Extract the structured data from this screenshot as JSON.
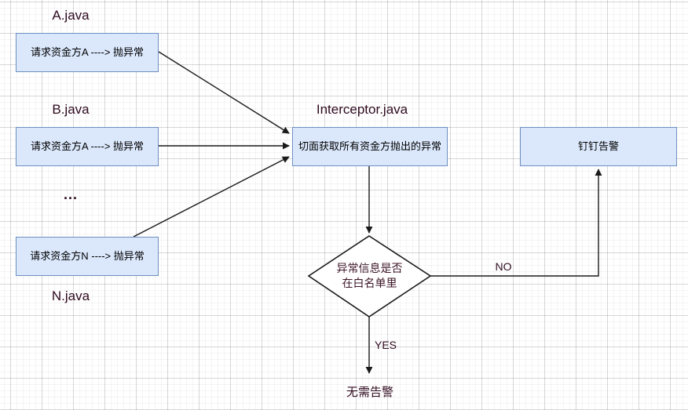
{
  "canvas": {
    "type": "flowchart-grid-canvas"
  },
  "colors": {
    "node_fill": "#dbe8fc",
    "node_border": "#6c8ebf",
    "edge": "#1a1a1a",
    "label_text": "#2e0a1e",
    "node_text": "#000000",
    "diamond_fill": "#ffffff",
    "diamond_border": "#1a1a1a"
  },
  "nodes": {
    "a": {
      "title": "A.java",
      "label": "请求资金方A ----> 抛异常"
    },
    "b": {
      "title": "B.java",
      "label": "请求资金方A ----> 抛异常"
    },
    "ellipsis": "...",
    "n": {
      "title": "N.java",
      "label": "请求资金方N ----> 抛异常"
    },
    "interceptor": {
      "title": "Interceptor.java",
      "label": "切面获取所有资金方抛出的异常"
    },
    "dingding": {
      "label": "钉钉告警"
    },
    "decision": {
      "line1": "异常信息是否",
      "line2": "在白名单里"
    },
    "end": {
      "label": "无需告警"
    }
  },
  "edge_labels": {
    "no": "NO",
    "yes": "YES"
  }
}
